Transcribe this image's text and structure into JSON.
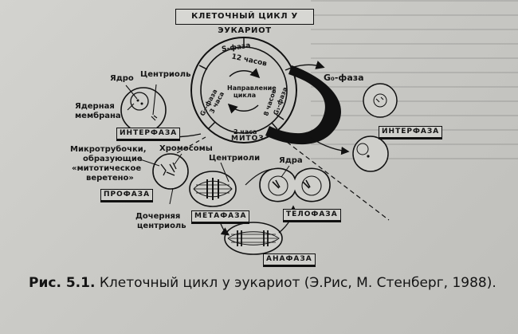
{
  "diagram": {
    "title": "КЛЕТОЧНЫЙ ЦИКЛ У ЭУКАРИОТ",
    "ring": {
      "s_phase": "S-фаза",
      "s_hours": "12 часов",
      "direction": "Направление цикла",
      "g2": "G₂-фаза",
      "g2_hours": "3 часа",
      "g1": "G₁-фаза",
      "g1_hours": "8 часов",
      "mitosis_hours": "2 часа",
      "mitosis": "МИТОЗ"
    },
    "g0": "G₀-фаза",
    "labels": {
      "nucleus": "Ядро",
      "centriole": "Центриоль",
      "nuclear_membrane_1": "Ядерная",
      "nuclear_membrane_2": "мембрана",
      "microtubules_1": "Микротрубочки,",
      "microtubules_2": "образующие",
      "microtubules_3": "«митотическое",
      "microtubules_4": "веретено»",
      "chromosomes": "Хромосомы",
      "centrioles": "Центриоли",
      "nuclei": "Ядра",
      "daughter_1": "Дочерняя",
      "daughter_2": "центриоль"
    },
    "phases": {
      "interphase_left": "ИНТЕРФАЗА",
      "interphase_right": "ИНТЕРФАЗА",
      "prophase": "ПРОФАЗА",
      "metaphase": "МЕТАФАЗА",
      "telophase": "ТЕЛОФАЗА",
      "anaphase": "АНАФАЗА"
    }
  },
  "caption": {
    "number": "Рис. 5.1.",
    "text": "Клеточный цикл у эукариот (Э.Рис, М. Стенберг, 1988)."
  }
}
